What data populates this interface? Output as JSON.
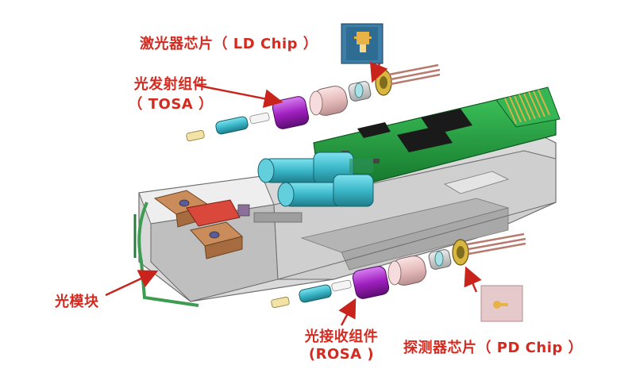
{
  "labels": {
    "ld_chip": "激光器芯片（ LD Chip ）",
    "tosa_line1": "光发射组件",
    "tosa_line2": "（ TOSA ）",
    "module": "光模块",
    "rosa_line1": "光接收组件",
    "rosa_line2": "(ROSA )",
    "pd_chip": "探测器芯片（ PD Chip ）"
  },
  "colors": {
    "label_red": "#d42a20",
    "pcb_green": "#1f9a3c",
    "optical_cyan": "#3ab7c8",
    "lens_magenta": "#a020c0",
    "housing_gray": "#d3d3d3",
    "latch_copper": "#c98c5a",
    "chip_gold": "#e7b347"
  }
}
